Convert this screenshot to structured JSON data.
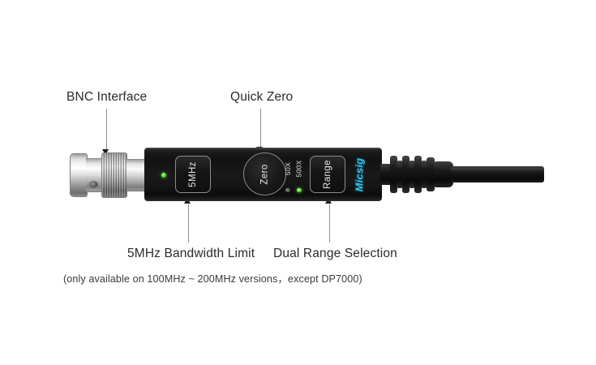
{
  "annotations": {
    "bnc": "BNC Interface",
    "quick_zero": "Quick Zero",
    "bandwidth_limit": "5MHz Bandwidth Limit",
    "dual_range": "Dual Range Selection",
    "footnote": "(only available on 100MHz ~ 200MHz versions，except DP7000)"
  },
  "device": {
    "brand": "Micsig",
    "brand_color": "#2ec4f1",
    "buttons": {
      "bandwidth": "5MHz",
      "zero": "Zero",
      "range": "Range"
    },
    "range_indicators": [
      {
        "label": "50X",
        "state": "off",
        "color": "#555555"
      },
      {
        "label": "500X",
        "state": "on",
        "color": "#54e02f"
      }
    ],
    "power_led": {
      "state": "on",
      "color": "#4ddc2b"
    }
  }
}
